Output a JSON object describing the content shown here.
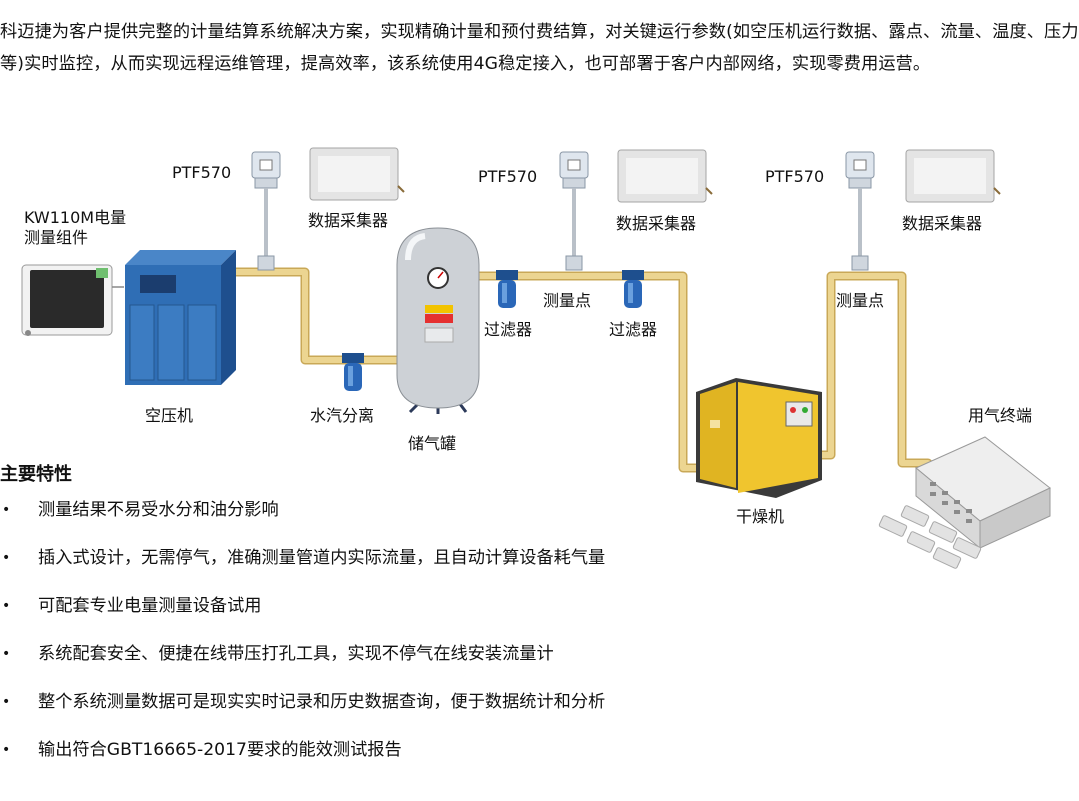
{
  "intro": "科迈捷为客户提供完整的计量结算系统解决方案，实现精确计量和预付费结算，对关键运行参数(如空压机运行数据、露点、流量、温度、压力等)实时监控，从而实现远程运维管理，提高效率，该系统使用4G稳定接入，也可部署于客户内部网络，实现零费用运营。",
  "diagram": {
    "meter_label": "PTF570",
    "collector_label": "数据采集器",
    "measure_point_label": "测量点",
    "filter_label": "过滤器",
    "power_meter_label_line1": "KW110M电量",
    "power_meter_label_line2": "测量组件",
    "compressor_label": "空压机",
    "separator_label": "水汽分离",
    "tank_label": "储气罐",
    "dryer_label": "干燥机",
    "terminal_label": "用气终端",
    "colors": {
      "pipe": "#ecd591",
      "pipe_edge": "#c9a857",
      "compressor": "#2f6eb5",
      "dryer": "#e0b422",
      "filter": "#2a67b8"
    }
  },
  "features": {
    "title": "主要特性",
    "bullet": "•",
    "items": [
      "测量结果不易受水分和油分影响",
      "插入式设计，无需停气，准确测量管道内实际流量，且自动计算设备耗气量",
      "可配套专业电量测量设备试用",
      "系统配套安全、便捷在线带压打孔工具，实现不停气在线安装流量计",
      "整个系统测量数据可是现实实时记录和历史数据查询，便于数据统计和分析",
      "输出符合GBT16665-2017要求的能效测试报告"
    ]
  }
}
